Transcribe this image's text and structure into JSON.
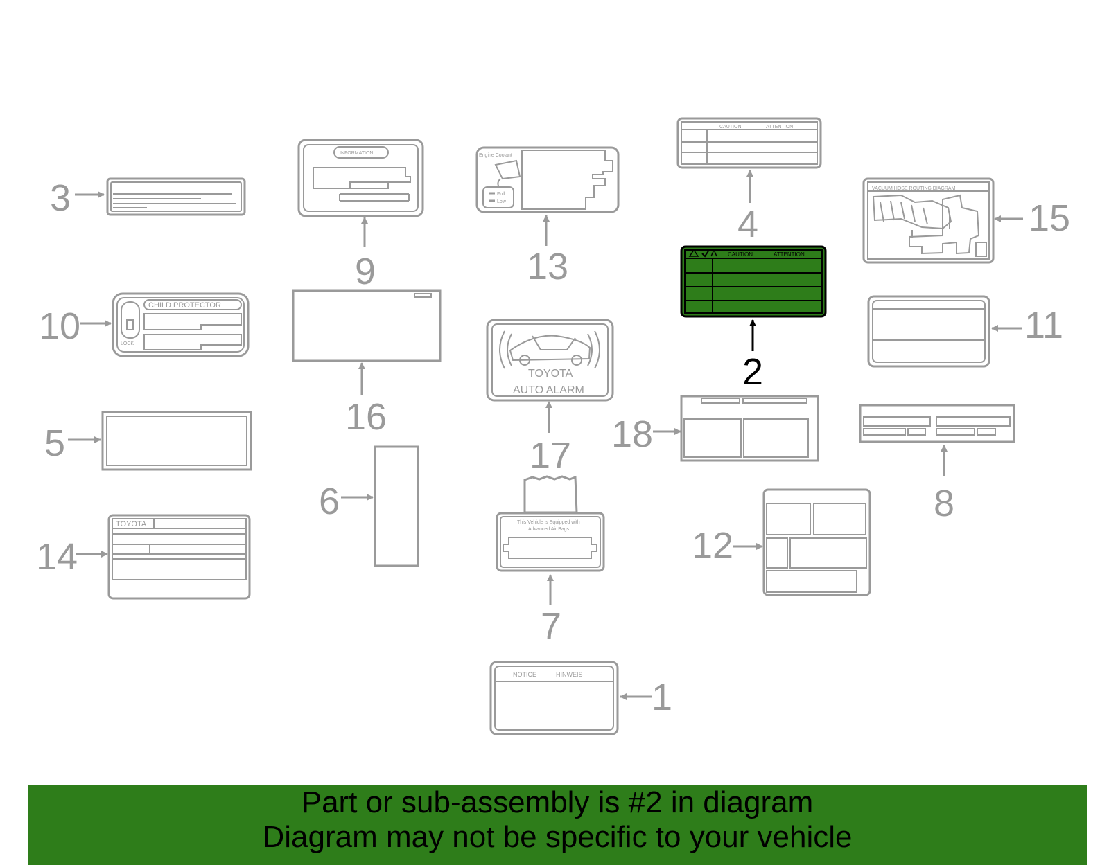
{
  "diagram": {
    "highlight_color": "#2e7d1a",
    "line_color": "#9a9a9a",
    "callouts": [
      "1",
      "2",
      "3",
      "4",
      "5",
      "6",
      "7",
      "8",
      "9",
      "10",
      "11",
      "12",
      "13",
      "14",
      "15",
      "16",
      "17",
      "18"
    ],
    "highlighted_part": "2",
    "label_texts": {
      "l1_notice": "NOTICE",
      "l1_hinweis": "HINWEIS",
      "l2_caution": "CAUTION",
      "l2_attention": "ATTENTION",
      "l4_caution": "CAUTION",
      "l4_attention": "ATTENTION",
      "l9_information": "INFORMATION",
      "l10_child": "CHILD PROTECTOR",
      "l10_lock": "LOCK",
      "l13_coolant": "Engine Coolant",
      "l13_full": "Full",
      "l13_low": "Low",
      "l14_toyota": "TOYOTA",
      "l15_title": "VACUUM HOSE ROUTING DIAGRAM",
      "l17_toyota": "TOYOTA",
      "l17_alarm": "AUTO ALARM",
      "l7_line1": "This Vehicle is Equipped with",
      "l7_line2": "Advanced Air Bags"
    }
  },
  "banner": {
    "line1": "Part or sub-assembly is #2 in diagram",
    "line2": "Diagram may not be specific to your vehicle"
  }
}
